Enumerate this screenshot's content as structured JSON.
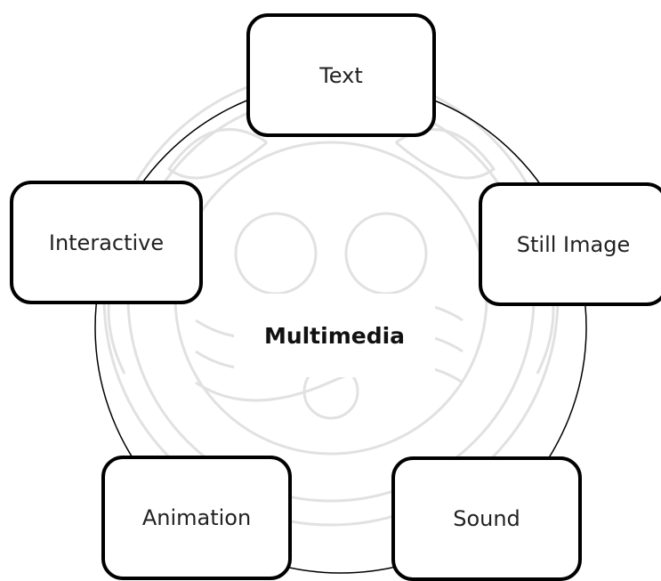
{
  "diagram": {
    "center_label": "Multimedia",
    "nodes": [
      {
        "label": "Text"
      },
      {
        "label": "Still Image"
      },
      {
        "label": "Interactive"
      },
      {
        "label": "Animation"
      },
      {
        "label": "Sound"
      }
    ],
    "colors": {
      "border": "#000000",
      "background": "#ffffff",
      "watermark": "#d9d9d9"
    }
  }
}
